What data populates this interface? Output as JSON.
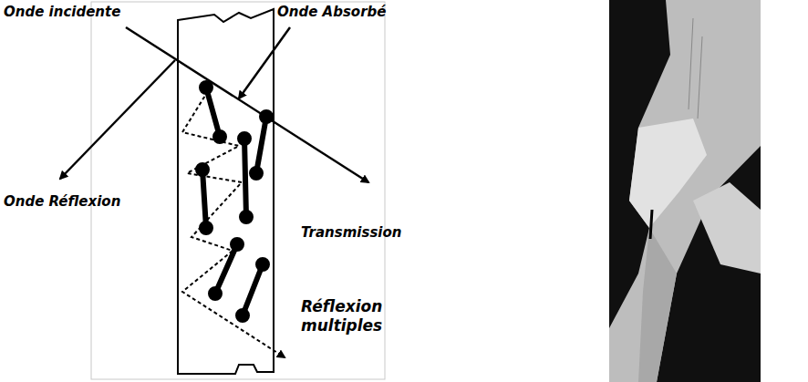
{
  "diagram": {
    "labels": [
      "Onde incidente",
      "Onde Absorbé",
      "Onde Réflexion",
      "Transmission",
      "Réflexion multiples"
    ]
  }
}
